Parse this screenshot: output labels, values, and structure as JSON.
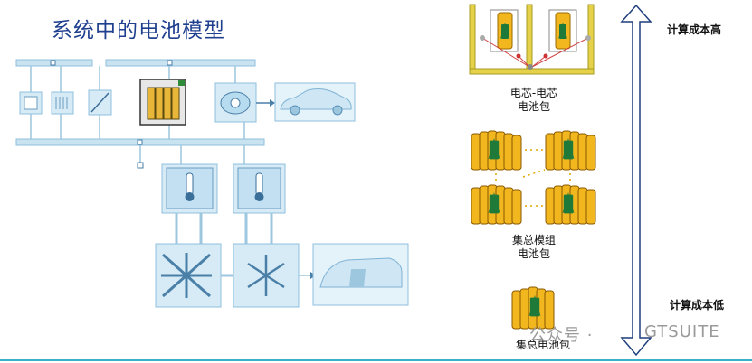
{
  "title": "系统中的电池模型",
  "levels": {
    "cell_to_cell": {
      "line1": "电芯-电芯",
      "line2": "电池包"
    },
    "lumped_module": {
      "line1": "集总模组",
      "line2": "电池包"
    },
    "lumped_pack": {
      "line1": "集总电池包"
    }
  },
  "cost_high": "计算成本高",
  "cost_low": "计算成本低",
  "watermark": {
    "prefix": "公众号 · ",
    "brand": "GTSUITE"
  },
  "colors": {
    "title": "#1f3f8f",
    "battery": "#f2b61f",
    "diagram_blue": "#bfe1f2",
    "arrow": "#1f3f7f",
    "accent_line": "#3ab0c9"
  }
}
